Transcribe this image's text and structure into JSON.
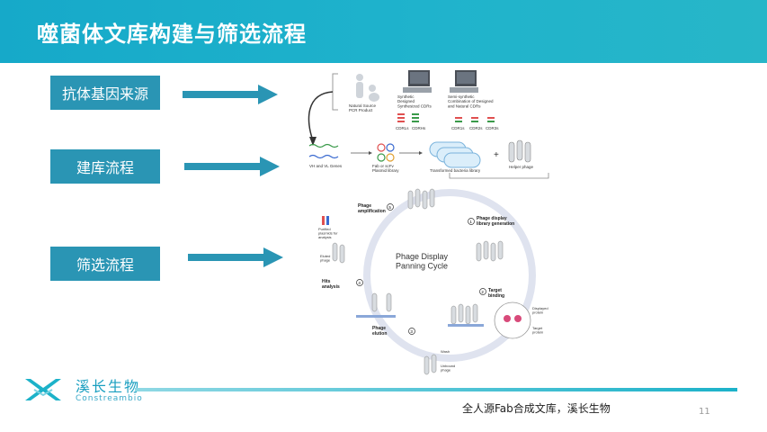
{
  "slide": {
    "title": "噬菌体文库构建与筛选流程",
    "page_number": "11",
    "footer_text": "全人源Fab合成文库，溪长生物"
  },
  "left_labels": [
    {
      "label": "抗体基因来源"
    },
    {
      "label": "建库流程"
    },
    {
      "label": "筛选流程"
    }
  ],
  "logo": {
    "name_cn": "溪长生物",
    "name_en": "Constreambio"
  },
  "diagram": {
    "source_natural": "Natural Source\nPCR Product",
    "source_synthetic": "Synthetic\nDesigned\nSynthesized CDRs",
    "source_semi": "Semi-synthetic\nCombination of Designed\nand Natural CDRs",
    "cdrl": "CDRLs",
    "cdrh": "CDRHs",
    "cdr1": "CDR1s",
    "cdr2": "CDR2s",
    "cdr3": "CDR3s",
    "vh_vl": "VH and VL Genes",
    "plasmid": "Fab or scFv\nPlasmid library",
    "transformed": "Transformed bacteria library",
    "helper": "Helper phage",
    "plus": "+",
    "cycle_title": "Phage Display\nPanning Cycle",
    "step1": "Phage display\nlibrary generation",
    "step2": "Target\nbinding",
    "step3": "Phage\nelution",
    "step4": "Hits\nanalysis",
    "step5": "Phage\namplification",
    "n1": "1",
    "n2": "2",
    "n3": "3",
    "n4": "4",
    "n5": "5",
    "purified": "Purified\nplasmids for\nanalysis",
    "eluted": "Eluted\nphage",
    "wash": "Wash",
    "unbound": "Unbound\nphage",
    "displayed": "Displayed\nprotein",
    "target": "Target\nprotein"
  }
}
